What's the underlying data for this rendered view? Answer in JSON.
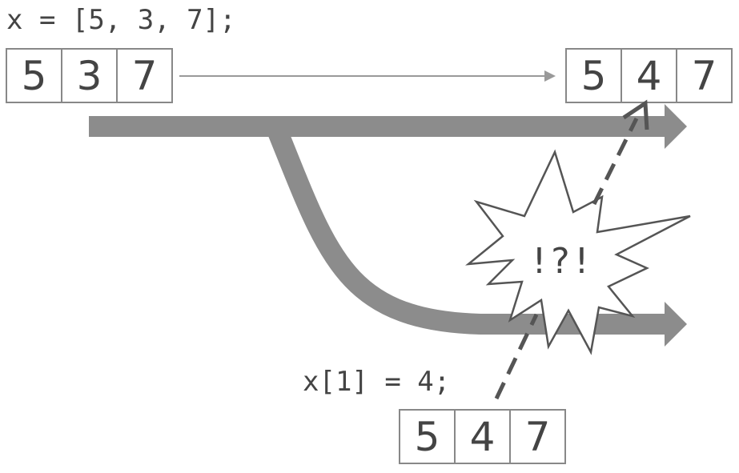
{
  "code": {
    "init": "x = [5, 3, 7];",
    "assign": "x[1] = 4;"
  },
  "arrays": {
    "original": [
      "5",
      "3",
      "7"
    ],
    "shared_result": [
      "5",
      "4",
      "7"
    ],
    "modified": [
      "5",
      "4",
      "7"
    ]
  },
  "burst": {
    "text": "!?!"
  },
  "colors": {
    "thick_arrow": "#8c8c8c",
    "thin_arrow": "#999999",
    "dashed": "#555555",
    "cell_border": "#888888",
    "text": "#444444"
  }
}
